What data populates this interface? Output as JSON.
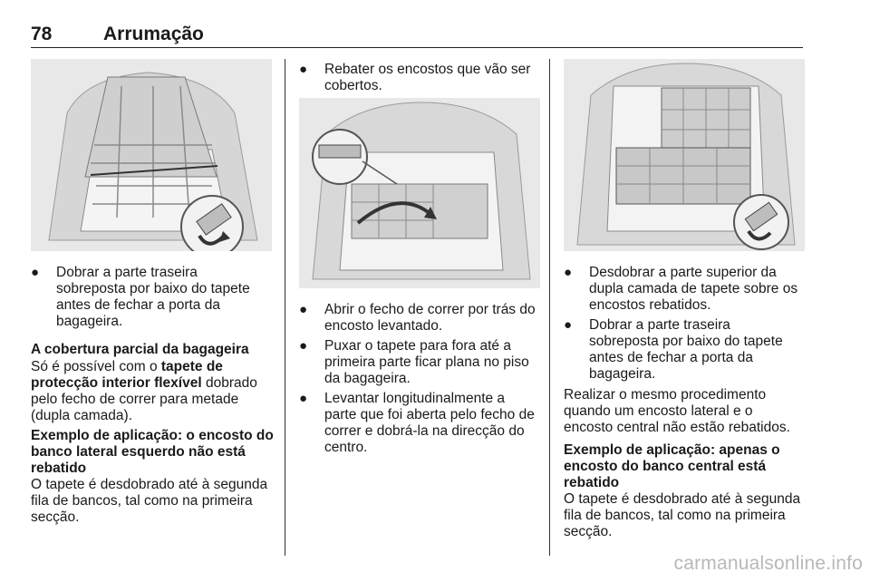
{
  "header": {
    "page_number": "78",
    "title": "Arrumação"
  },
  "col1": {
    "bullet1": [
      "Dobrar a parte traseira",
      "sobreposta por baixo do tapete",
      "antes de fechar a porta da",
      "bagageira."
    ],
    "heading1": "A cobertura parcial da bagageira",
    "para1_l1_pre": "Só é possível com o ",
    "para1_l1_bold": "tapete de",
    "para1_l2_bold": "protecção interior flexível",
    "para1_l2_post": " dobrado",
    "para1_l3": "pelo fecho de correr para metade",
    "para1_l4": "(dupla camada).",
    "heading2": [
      "Exemplo de aplicação: o encosto do",
      "banco lateral esquerdo não está",
      "rebatido"
    ],
    "para2": [
      "O tapete é desdobrado até à segunda",
      "fila de bancos, tal como na primeira",
      "secção."
    ]
  },
  "col2": {
    "bullet0": [
      "Rebater os encostos que vão ser",
      "cobertos."
    ],
    "bullet1": [
      "Abrir o fecho de correr por trás do",
      "encosto levantado."
    ],
    "bullet2": [
      "Puxar o tapete para fora até a",
      "primeira parte ficar plana no piso",
      "da bagageira."
    ],
    "bullet3": [
      "Levantar longitudinalmente a",
      "parte que foi aberta pelo fecho de",
      "correr e dobrá-la na direcção do",
      "centro."
    ]
  },
  "col3": {
    "bullet1": [
      "Desdobrar a parte superior da",
      "dupla camada de tapete sobre os",
      "encostos rebatidos."
    ],
    "bullet2": [
      "Dobrar a parte traseira",
      "sobreposta por baixo do tapete",
      "antes de fechar a porta da",
      "bagageira."
    ],
    "para1": [
      "Realizar o mesmo procedimento",
      "quando um encosto lateral e o",
      "encosto central não estão rebatidos."
    ],
    "heading": [
      "Exemplo de aplicação: apenas o",
      "encosto do banco central está",
      "rebatido"
    ],
    "para2": [
      "O tapete é desdobrado até à segunda",
      "fila de bancos, tal como na primeira",
      "secção."
    ]
  },
  "footer": "carmanualsonline.info"
}
